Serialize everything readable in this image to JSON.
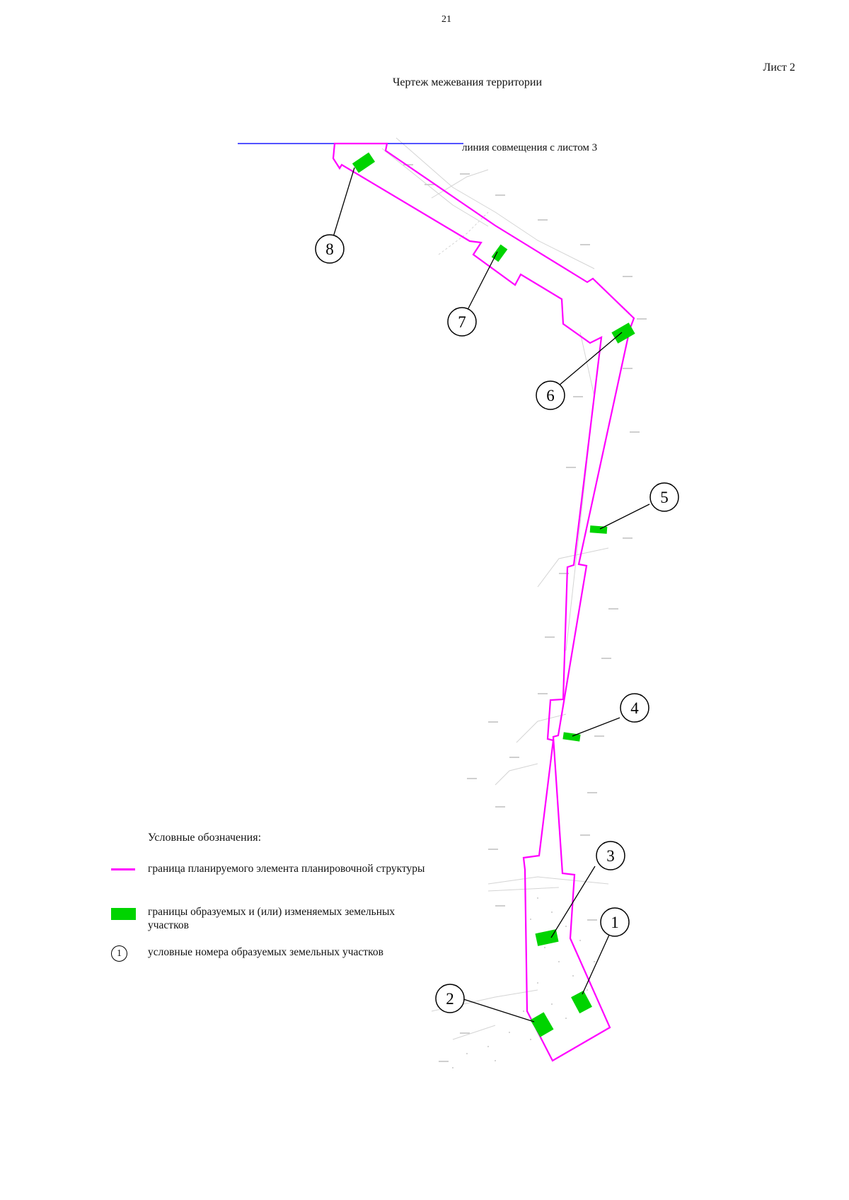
{
  "page_number": "21",
  "sheet_label": "Лист 2",
  "title": "Чертеж межевания территории",
  "match_line_label": "линия совмещения с листом 3",
  "parcel_labels": [
    "1",
    "2",
    "3",
    "4",
    "5",
    "6",
    "7",
    "8"
  ],
  "legend": {
    "title": "Условные обозначения:",
    "items": [
      {
        "text": "граница планируемого элемента планировочной структуры",
        "symbol": "magenta-line"
      },
      {
        "text": "границы образуемых и (или) изменяемых земельных участков",
        "symbol": "green-rectangle"
      },
      {
        "symbol_label": "1",
        "text": "условные номера образуемых земельных участков",
        "symbol": "numbered-circle"
      }
    ]
  },
  "colors": {
    "boundary": "#ff00ff",
    "parcels": "#00d400",
    "match_line": "#1a1aff",
    "background_topo": "#d0d0d0"
  }
}
